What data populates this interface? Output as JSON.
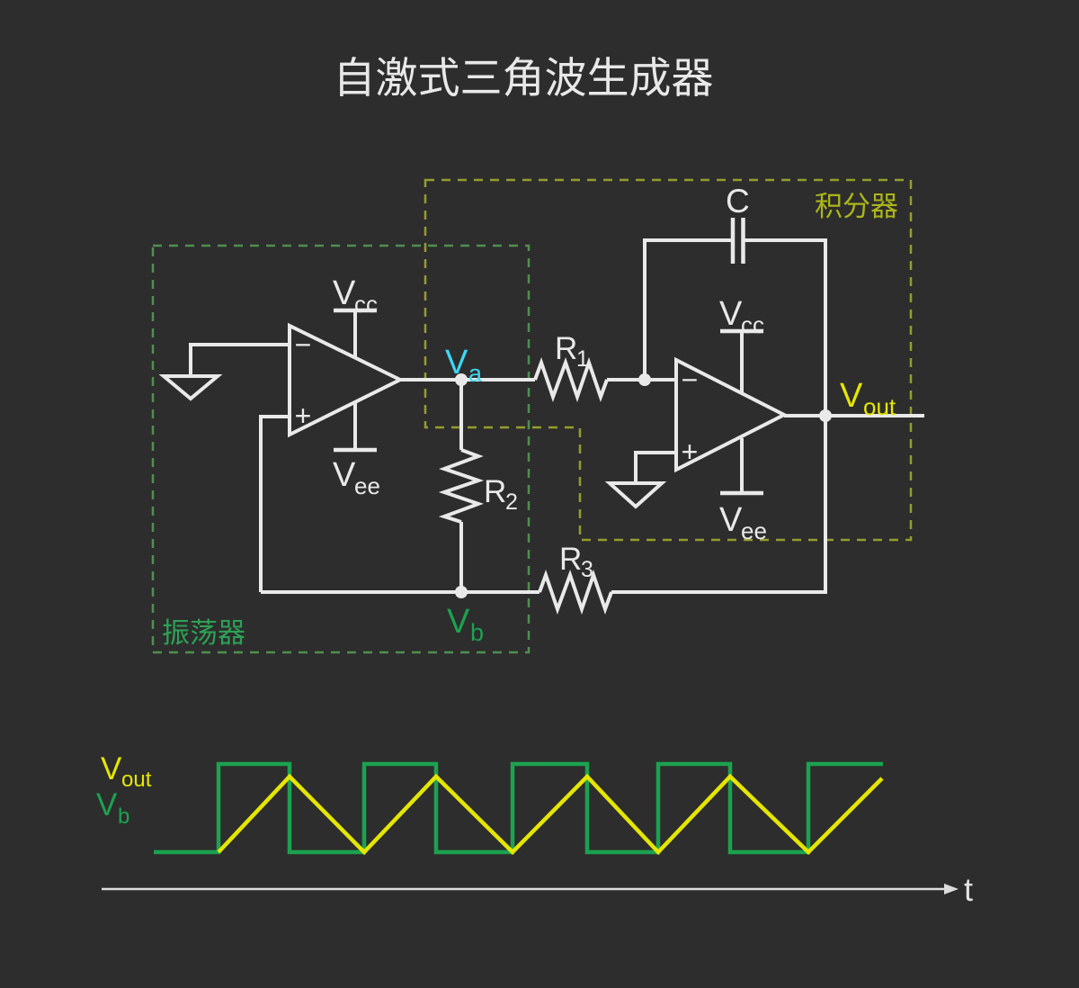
{
  "title": "自激式三角波生成器",
  "colors": {
    "background": "#2d2d2d",
    "circuit_stroke": "#e9e9e9",
    "green": "#1ba24f",
    "green_box_dash": "#4f8f4f",
    "yellow": "#e5e600",
    "olive_label": "#abb519",
    "olive_box_dash": "#939d2d",
    "cyan": "#3ed6f3",
    "axis": "#dcdcdc"
  },
  "circuit": {
    "oscillator_box_label": "振荡器",
    "integrator_box_label": "积分器",
    "left_opamp": {
      "minus": "−",
      "plus": "+",
      "vcc_main": "V",
      "vcc_sub": "cc",
      "vee_main": "V",
      "vee_sub": "ee"
    },
    "right_opamp": {
      "minus": "−",
      "plus": "+",
      "vcc_main": "V",
      "vcc_sub": "cc",
      "vee_main": "V",
      "vee_sub": "ee"
    },
    "r1_main": "R",
    "r1_sub": "1",
    "r2_main": "R",
    "r2_sub": "2",
    "r3_main": "R",
    "r3_sub": "3",
    "cap_label": "C",
    "va_main": "V",
    "va_sub": "a",
    "vb_main": "V",
    "vb_sub": "b",
    "vout_main": "V",
    "vout_sub": "out"
  },
  "waveform": {
    "type": "line",
    "axis_label": "t",
    "legend_vout_main": "V",
    "legend_vout_sub": "out",
    "legend_vb_main": "V",
    "legend_vb_sub": "b",
    "series": [
      {
        "name": "Vb",
        "shape": "square",
        "color": "#1ba24f",
        "points": [
          [
            171,
            947
          ],
          [
            243,
            947
          ],
          [
            243,
            849
          ],
          [
            322,
            849
          ],
          [
            322,
            947
          ],
          [
            405,
            947
          ],
          [
            405,
            849
          ],
          [
            485,
            849
          ],
          [
            485,
            947
          ],
          [
            570,
            947
          ],
          [
            570,
            849
          ],
          [
            653,
            849
          ],
          [
            653,
            947
          ],
          [
            732,
            947
          ],
          [
            732,
            849
          ],
          [
            812,
            849
          ],
          [
            812,
            947
          ],
          [
            899,
            947
          ],
          [
            899,
            849
          ],
          [
            982,
            849
          ]
        ]
      },
      {
        "name": "Vout",
        "shape": "triangle",
        "color": "#e5e600",
        "points": [
          [
            243,
            947
          ],
          [
            322,
            863
          ],
          [
            405,
            947
          ],
          [
            485,
            863
          ],
          [
            570,
            947
          ],
          [
            653,
            863
          ],
          [
            732,
            947
          ],
          [
            812,
            863
          ],
          [
            899,
            947
          ],
          [
            981,
            865
          ]
        ]
      }
    ]
  }
}
